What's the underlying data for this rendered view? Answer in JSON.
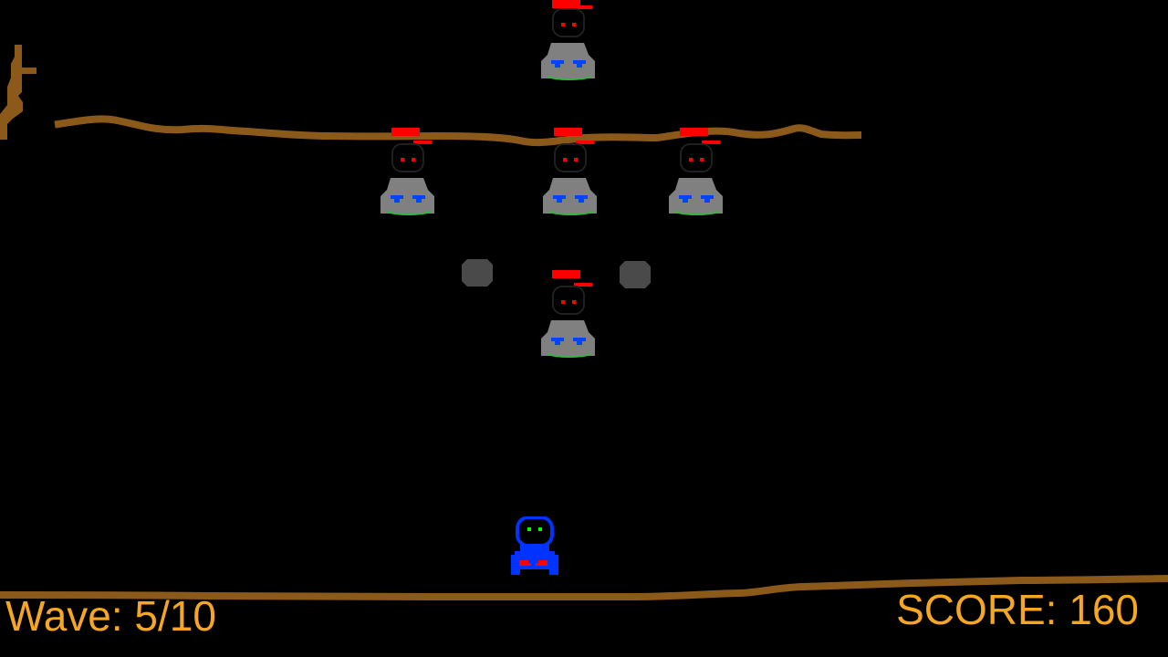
{
  "hud": {
    "wave_label": "Wave: 5/10",
    "score_label": "SCORE: 160"
  },
  "colors": {
    "background": "#000000",
    "terrain": "#8b5a1a",
    "hud_text": "#f5a623",
    "enemy_hat": "#ff0000",
    "enemy_body": "#808080",
    "enemy_eyes": "#ff0000",
    "enemy_feet": "#0044ff",
    "player_body": "#0033ff",
    "player_eyes": "#00ff00",
    "player_mark": "#ff0000",
    "rock": "#4a4a4a"
  },
  "entities": {
    "player": {
      "type": "player",
      "icon": "blue-robot-icon"
    },
    "enemies": [
      {
        "type": "enemy",
        "icon": "red-cap-gray-robot-icon"
      },
      {
        "type": "enemy",
        "icon": "red-cap-gray-robot-icon"
      },
      {
        "type": "enemy",
        "icon": "red-cap-gray-robot-icon"
      },
      {
        "type": "enemy",
        "icon": "red-cap-gray-robot-icon"
      },
      {
        "type": "enemy",
        "icon": "red-cap-gray-robot-icon"
      }
    ],
    "rocks": [
      {
        "type": "rock",
        "icon": "rock-icon"
      },
      {
        "type": "rock",
        "icon": "rock-icon"
      }
    ]
  },
  "terrain": {
    "top_path": "brown-ridge-top",
    "bottom_path": "brown-ridge-bottom",
    "left_fragment": "broken-ridge-left"
  }
}
